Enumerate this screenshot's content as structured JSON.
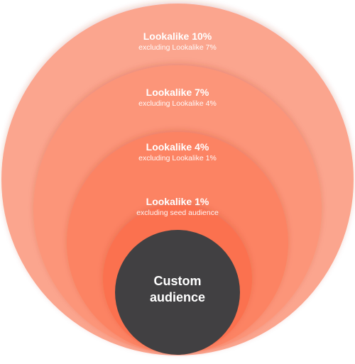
{
  "diagram": {
    "rings": [
      {
        "title": "Lookalike 10%",
        "subtitle": "excluding Lookalike 7%",
        "color": "#fba58e"
      },
      {
        "title": "Lookalike 7%",
        "subtitle": "excluding Lookalike 4%",
        "color": "#fc9579"
      },
      {
        "title": "Lookalike 4%",
        "subtitle": "excluding Lookalike 1%",
        "color": "#fc8363"
      },
      {
        "title": "Lookalike 1%",
        "subtitle": "excluding seed audience",
        "color": "#fb7150"
      }
    ],
    "center": {
      "line1": "Custom",
      "line2": "audience",
      "color": "#414042"
    }
  }
}
